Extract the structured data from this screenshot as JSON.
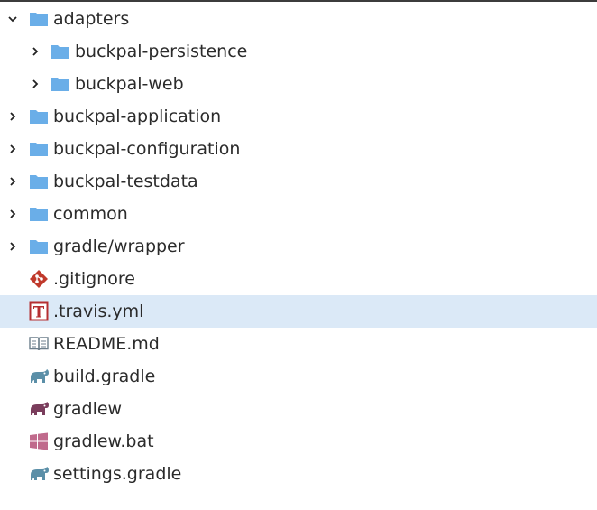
{
  "explorer": {
    "items": [
      {
        "label": "adapters",
        "icon": "folder-icon",
        "expander": "expanded"
      },
      {
        "label": "buckpal-persistence",
        "icon": "folder-icon",
        "expander": "collapsed"
      },
      {
        "label": "buckpal-web",
        "icon": "folder-icon",
        "expander": "collapsed"
      },
      {
        "label": "buckpal-application",
        "icon": "folder-icon",
        "expander": "collapsed"
      },
      {
        "label": "buckpal-configuration",
        "icon": "folder-icon",
        "expander": "collapsed"
      },
      {
        "label": "buckpal-testdata",
        "icon": "folder-icon",
        "expander": "collapsed"
      },
      {
        "label": "common",
        "icon": "folder-icon",
        "expander": "collapsed"
      },
      {
        "label": "gradle/wrapper",
        "icon": "folder-icon",
        "expander": "collapsed"
      },
      {
        "label": ".gitignore",
        "icon": "git-icon"
      },
      {
        "label": ".travis.yml",
        "icon": "travis-icon",
        "selected": true
      },
      {
        "label": "README.md",
        "icon": "book-icon"
      },
      {
        "label": "build.gradle",
        "icon": "gradle-elephant-icon"
      },
      {
        "label": "gradlew",
        "icon": "gradle-elephant-dark-icon"
      },
      {
        "label": "gradlew.bat",
        "icon": "windows-icon"
      },
      {
        "label": "settings.gradle",
        "icon": "gradle-elephant-icon"
      }
    ]
  },
  "colors": {
    "folder": "#6aaee8",
    "selection": "#dbe9f7",
    "git": "#c0392b",
    "travis": "#b52e31",
    "readme": "#6d7f8c",
    "gradle": "#5b8fa8",
    "gradlew": "#7a3d5c",
    "windows": "#c06a8c"
  }
}
